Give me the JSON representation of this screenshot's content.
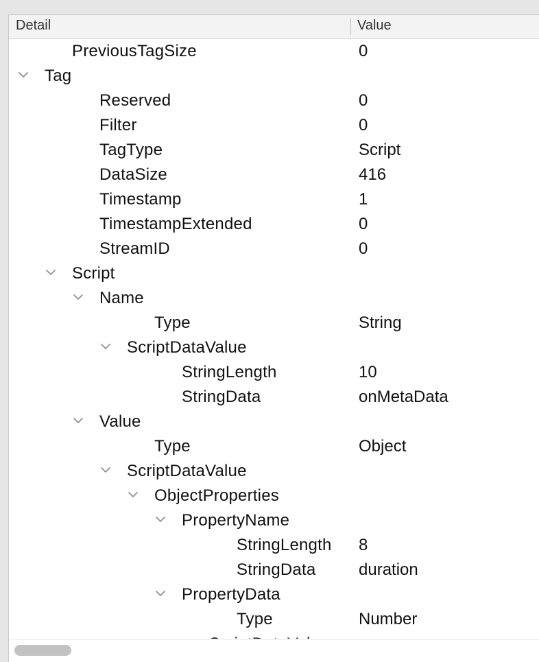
{
  "header": {
    "detail": "Detail",
    "value": "Value"
  },
  "rows": [
    {
      "label": "PreviousTagSize",
      "value": "0",
      "depth": 1,
      "expander": "none"
    },
    {
      "label": "Tag",
      "value": "",
      "depth": 0,
      "expander": "expanded"
    },
    {
      "label": "Reserved",
      "value": "0",
      "depth": 2,
      "expander": "none"
    },
    {
      "label": "Filter",
      "value": "0",
      "depth": 2,
      "expander": "none"
    },
    {
      "label": "TagType",
      "value": "Script",
      "depth": 2,
      "expander": "none"
    },
    {
      "label": "DataSize",
      "value": "416",
      "depth": 2,
      "expander": "none"
    },
    {
      "label": "Timestamp",
      "value": "1",
      "depth": 2,
      "expander": "none"
    },
    {
      "label": "TimestampExtended",
      "value": "0",
      "depth": 2,
      "expander": "none"
    },
    {
      "label": "StreamID",
      "value": "0",
      "depth": 2,
      "expander": "none"
    },
    {
      "label": "Script",
      "value": "",
      "depth": 1,
      "expander": "expanded"
    },
    {
      "label": "Name",
      "value": "",
      "depth": 2,
      "expander": "expanded"
    },
    {
      "label": "Type",
      "value": "String",
      "depth": 4,
      "expander": "none"
    },
    {
      "label": "ScriptDataValue",
      "value": "",
      "depth": 3,
      "expander": "expanded"
    },
    {
      "label": "StringLength",
      "value": "10",
      "depth": 5,
      "expander": "none"
    },
    {
      "label": "StringData",
      "value": "onMetaData",
      "depth": 5,
      "expander": "none"
    },
    {
      "label": "Value",
      "value": "",
      "depth": 2,
      "expander": "expanded"
    },
    {
      "label": "Type",
      "value": "Object",
      "depth": 4,
      "expander": "none"
    },
    {
      "label": "ScriptDataValue",
      "value": "",
      "depth": 3,
      "expander": "expanded"
    },
    {
      "label": "ObjectProperties",
      "value": "",
      "depth": 4,
      "expander": "expanded"
    },
    {
      "label": "PropertyName",
      "value": "",
      "depth": 5,
      "expander": "expanded"
    },
    {
      "label": "StringLength",
      "value": "8",
      "depth": 7,
      "expander": "none"
    },
    {
      "label": "StringData",
      "value": "duration",
      "depth": 7,
      "expander": "none"
    },
    {
      "label": "PropertyData",
      "value": "",
      "depth": 5,
      "expander": "expanded"
    },
    {
      "label": "Type",
      "value": "Number",
      "depth": 7,
      "expander": "none"
    },
    {
      "label": "ScriptDataValue",
      "value": "",
      "depth": 6,
      "expander": "expanded"
    }
  ],
  "icons": {
    "expanded": "chevron-down-icon"
  }
}
